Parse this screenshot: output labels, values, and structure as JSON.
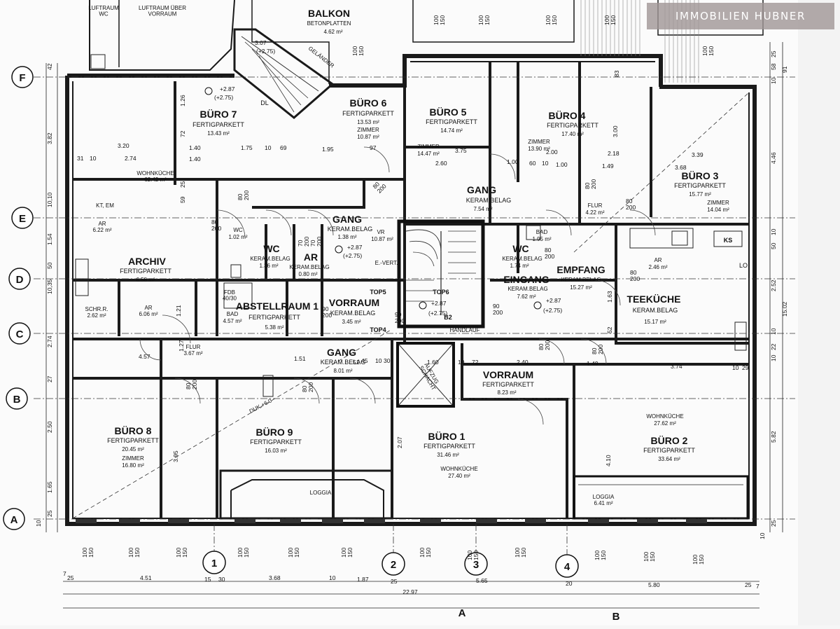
{
  "watermark": "IMMOBILIEN HUBNER",
  "top_labels": {
    "luftraum_wc": "LUFTRAUM\nWC",
    "luftraum_vorraum": "LUFTRAUM ÜBER\nVORRAUM",
    "balkon": "BALKON",
    "betonplatten": "BETONPLATTEN",
    "balkon_area": "4.62 m²",
    "gelaender": "GELÄNDER"
  },
  "rooms": [
    {
      "name": "BÜRO 7",
      "floor": "FERTIGPARKETT",
      "area": "13.43 m²"
    },
    {
      "name": "BÜRO 6",
      "floor": "FERTIGPARKETT",
      "area": "13.53 m²",
      "prev_use": "ZIMMER",
      "prev_area": "10.87 m²"
    },
    {
      "name": "BÜRO 5",
      "floor": "FERTIGPARKETT",
      "area": "14.74 m²",
      "prev_use": "ZIMMER",
      "prev_area": "14.47 m²"
    },
    {
      "name": "BÜRO 4",
      "floor": "FERTIGPARKETT",
      "area": "17.40 m²",
      "prev_use": "ZIMMER",
      "prev_area": "13.90 m²"
    },
    {
      "name": "BÜRO 3",
      "floor": "FERTIGPARKETT",
      "area": "15.77 m²",
      "prev_use": "ZIMMER",
      "prev_area": "14.04 m²"
    },
    {
      "name": "GANG",
      "floor": "KERAM.BELAG",
      "area": "7.54 m²"
    },
    {
      "name": "GANG",
      "floor": "KERAM.BELAG",
      "area": "1.38 m²"
    },
    {
      "name": "WC",
      "floor": "KERAM.BELAG",
      "area": "1.36 m²"
    },
    {
      "name": "AR",
      "floor": "KERAM.BELAG",
      "area": "0.80 m²"
    },
    {
      "name": "ARCHIV",
      "floor": "FERTIGPARKETT",
      "area": "6.58 m²"
    },
    {
      "name": "ABSTELLRAUM 1",
      "floor": "FERTIGPARKETT",
      "area": "5.38 m²"
    },
    {
      "name": "VORRAUM",
      "floor": "KERAM.BELAG",
      "area": "3.45 m²"
    },
    {
      "name": "EINGANG",
      "floor": "KERAM.BELAG",
      "area": "7.62 m²"
    },
    {
      "name": "EMPFANG",
      "floor": "KERAM.BELAG",
      "area": "15.27 m²"
    },
    {
      "name": "WC",
      "floor": "KERAM.BELAG",
      "area": "1.74 m²"
    },
    {
      "name": "TEEKÜCHE",
      "floor": "KERAM.BELAG",
      "area": "15.17 m²"
    },
    {
      "name": "GANG",
      "floor": "KERAM.BELAG",
      "area": "8.01 m²"
    },
    {
      "name": "VORRAUM",
      "floor": "FERTIGPARKETT",
      "area": "8.23 m²"
    },
    {
      "name": "BÜRO 8",
      "floor": "FERTIGPARKETT",
      "area": "20.45 m²",
      "prev_use": "ZIMMER",
      "prev_area": "16.80 m²"
    },
    {
      "name": "BÜRO 9",
      "floor": "FERTIGPARKETT",
      "area": "16.03 m²"
    },
    {
      "name": "BÜRO 1",
      "floor": "FERTIGPARKETT",
      "area": "31.46 m²",
      "prev_use": "WOHNKÜCHE",
      "prev_area": "27.40 m²"
    },
    {
      "name": "BÜRO 2",
      "floor": "FERTIGPARKETT",
      "area": "33.64 m²",
      "prev_use": "WOHNKÜCHE",
      "prev_area": "27.62 m²"
    }
  ],
  "small_labels": {
    "ar1": "AR",
    "ar1_area": "6.22 m²",
    "schr": "SCHR.R.",
    "schr_area": "2.62 m²",
    "ar2": "AR",
    "ar2_area": "6.06 m²",
    "flur": "FLUR",
    "flur_area": "3.67 m²",
    "wc_small": "WC",
    "wc_small_area": "1.02 m²",
    "bad1": "BAD",
    "bad1_area": "4.57 m²",
    "bad2": "BAD",
    "bad2_area": "1.95 m²",
    "flur2": "FLUR",
    "flur2_area": "4.22 m²",
    "ar3": "AR",
    "ar3_area": "2.46 m²",
    "wohnkueche": "WOHNKÜCHE",
    "wohnkueche_area": "62.42 m²",
    "kt_em": "KT, EM",
    "vr": "VR",
    "vr_area": "10.87 m²",
    "e_verteiler": "E.-VERT.",
    "fdb": "FDB\n40/30",
    "top5": "TOP5",
    "top4": "TOP4",
    "top6": "TOP6",
    "b2": "B2",
    "handlauf": "HANDLAUF",
    "loggia1": "LOGGIA",
    "loggia2": "LOGGIA",
    "loggia2_area": "6.41 m²",
    "ks": "KS",
    "lo": "LO",
    "duk": "DUK.+6.0",
    "dl": "DL",
    "aufzug": "AUFZUG\nSCHACHT"
  },
  "levels": [
    {
      "a": "+2.87",
      "b": "(+2.75)"
    },
    {
      "a": "+2.87",
      "b": "(+2.75)"
    },
    {
      "a": "+2.87",
      "b": "(+2.75)"
    },
    {
      "a": "+2.87",
      "b": "(+2.75)"
    },
    {
      "a": "3.07",
      "b": "(+2.75)"
    }
  ],
  "axes_rows": [
    "F",
    "E",
    "D",
    "C",
    "B",
    "A"
  ],
  "axes_cols": [
    "1",
    "2",
    "3",
    "4"
  ],
  "section_marks": [
    "A",
    "B"
  ],
  "dims_left": [
    "42",
    "3.82",
    "10,10",
    "1.54",
    "10,35",
    "50",
    "2.74",
    "27",
    "2.50",
    "1.65",
    "25",
    "10"
  ],
  "dims_right": [
    "25",
    "10",
    "58",
    "91",
    "4.46",
    "10",
    "50",
    "2.52",
    "15.02",
    "10",
    "22",
    "10",
    "5.82",
    "25",
    "10"
  ],
  "dims_bottom": [
    "7",
    "25",
    "4.51",
    "15",
    "30",
    "3.68",
    "10",
    "1.87",
    "25",
    "5.65",
    "20",
    "5.80",
    "25",
    "7"
  ],
  "dim_total": "22.97",
  "dims_inner": [
    "3.20",
    "2.74",
    "31",
    "10",
    "1.40",
    "1.40",
    "1.75",
    "10",
    "69",
    "1.95",
    "97",
    "3.75",
    "2.60",
    "1.00",
    "60",
    "10",
    "1.00",
    "2.00",
    "1.49",
    "2.18",
    "3.39",
    "3.68",
    "4.57",
    "1.27",
    "51",
    "1.51",
    "45",
    "10",
    "30",
    "1.60",
    "10",
    "72",
    "2.40",
    "1.49",
    "3.74",
    "10",
    "29",
    "1.21",
    "1.63",
    "52",
    "4.10",
    "2.07",
    "3.95",
    "83",
    "3.00",
    "1.26",
    "72",
    "59",
    "25"
  ],
  "doors": [
    "80\n200",
    "80\n200",
    "80\n200",
    "80\n200",
    "90\n200",
    "90\n200",
    "70\n200",
    "70\n200",
    "80\n200",
    "80\n200",
    "80\n200",
    "80\n200",
    "80\n200",
    "90\n200",
    "80\n200",
    "80\n200"
  ],
  "windows": [
    "100\n150",
    "100\n150",
    "100\n150",
    "100\n150",
    "100\n150",
    "100\n150",
    "100\n150",
    "100\n150",
    "100\n150",
    "100\n150",
    "100\n150",
    "100\n150",
    "100\n150",
    "100\n150",
    "100\n150",
    "100\n150",
    "100\n150",
    "100\n150"
  ]
}
